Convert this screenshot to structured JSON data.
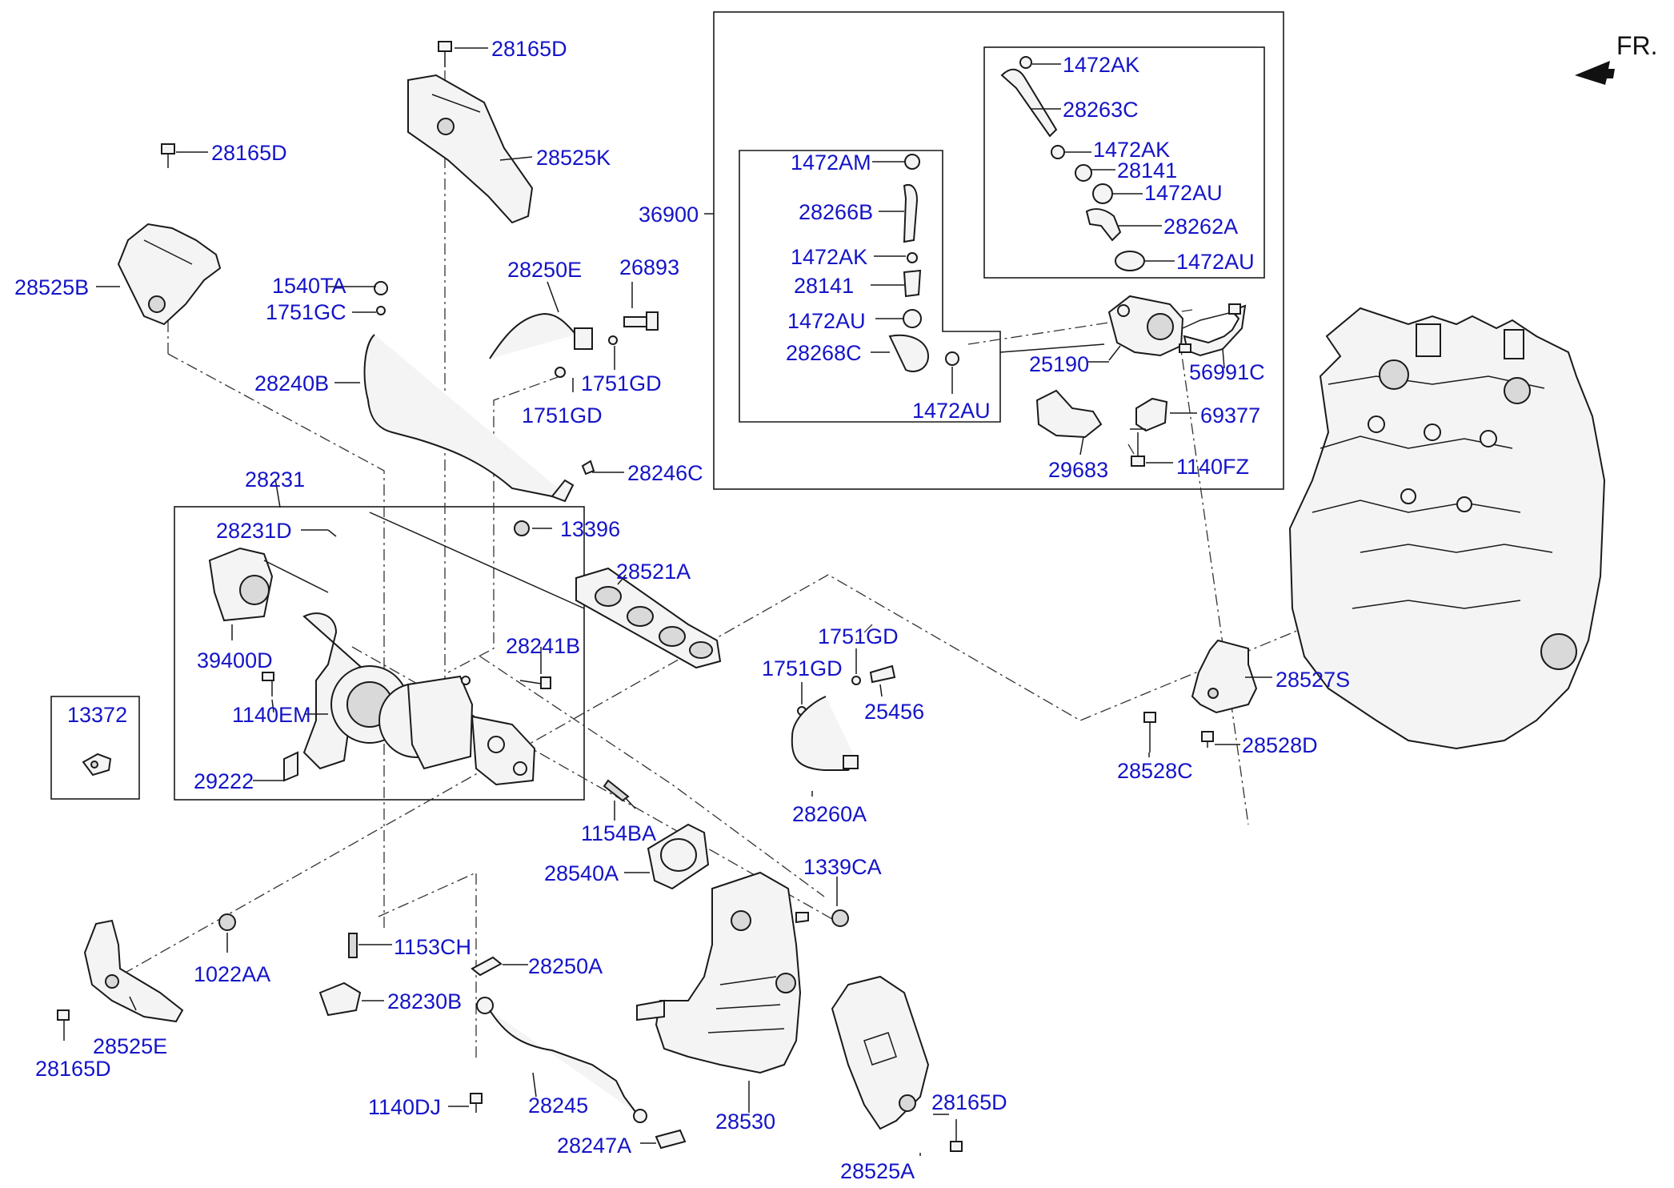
{
  "diagram": {
    "direction_label": "FR.",
    "labels": {
      "p28165D_top": "28165D",
      "p28525K": "28525K",
      "p28165D_left": "28165D",
      "p28525B": "28525B",
      "p1540TA": "1540TA",
      "p1751GC": "1751GC",
      "p28240B": "28240B",
      "p28250E": "28250E",
      "p26893": "26893",
      "p1751GD_a": "1751GD",
      "p1751GD_b": "1751GD",
      "p36900": "36900",
      "p28246C": "28246C",
      "p13396": "13396",
      "p28231": "28231",
      "p28231D": "28231D",
      "p39400D": "39400D",
      "p1140EM": "1140EM",
      "p29222": "29222",
      "p13372": "13372",
      "p28521A": "28521A",
      "p28241B": "28241B",
      "p1751GD_c": "1751GD",
      "p1751GD_d": "1751GD",
      "p25456": "25456",
      "p28260A": "28260A",
      "p1154BA": "1154BA",
      "p28540A": "28540A",
      "p1339CA": "1339CA",
      "p1022AA": "1022AA",
      "p1153CH": "1153CH",
      "p28250A": "28250A",
      "p28230B": "28230B",
      "p1140DJ": "1140DJ",
      "p28245": "28245",
      "p28247A": "28247A",
      "p28530": "28530",
      "p28165D_br": "28165D",
      "p28525A": "28525A",
      "p28525E": "28525E",
      "p28165D_bl": "28165D",
      "p1472AM": "1472AM",
      "p28266B": "28266B",
      "p1472AK_a": "1472AK",
      "p28141_a": "28141",
      "p1472AU_a": "1472AU",
      "p28268C": "28268C",
      "p1472AU_b": "1472AU",
      "p1472AK_b": "1472AK",
      "p28263C": "28263C",
      "p1472AK_c": "1472AK",
      "p28141_b": "28141",
      "p1472AU_c": "1472AU",
      "p28262A": "28262A",
      "p1472AU_d": "1472AU",
      "p25190": "25190",
      "p56991C": "56991C",
      "p69377": "69377",
      "p29683": "29683",
      "p1140FZ": "1140FZ",
      "p28527S": "28527S",
      "p28528C": "28528C",
      "p28528D": "28528D"
    }
  }
}
